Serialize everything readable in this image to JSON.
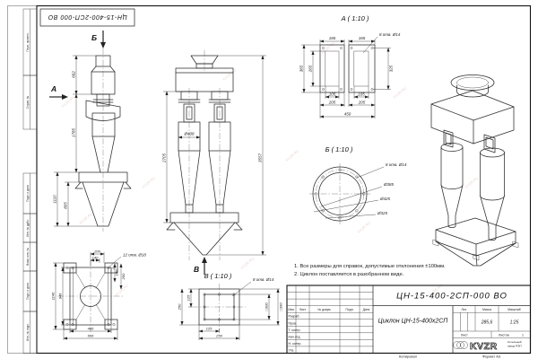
{
  "watermark": "KVZR.RU",
  "frame": {
    "stamp": "ЦН-15-400-2СП-000 ВО",
    "side_labels": [
      "Перв. примен.",
      "Справ. №",
      "Подп. и дата",
      "Инв. № дубл.",
      "Взам. инв. №",
      "Подп. и дата",
      "Инв. № подл."
    ],
    "footer_copy": "Копировал",
    "footer_format": "Формат А3"
  },
  "notes": {
    "line1": "1. Все размеры для справок, допустимые отклонения ±100мм.",
    "line2": "2. Циклон поставляется в разобранном виде."
  },
  "front": {
    "sec_a": "А",
    "sec_b": "Б",
    "d662": "662",
    "d1785": "1785",
    "d1110": "1110",
    "d805": "805"
  },
  "assembly": {
    "sec_v": "В",
    "d408": "Ø408",
    "d2705": "2705",
    "d3557": "3557"
  },
  "va": {
    "title": "А ( 1:10 )",
    "holes": "8 отв. Ø14",
    "d165a": "165",
    "d165b": "165",
    "d365": "365",
    "d265": "265",
    "d325": "325",
    "d105a": "105",
    "d105b": "105",
    "d205a": "205",
    "d205b": "205",
    "d450": "450"
  },
  "vb": {
    "title": "Б ( 1:10 )",
    "holes": "8 отв. Ø14",
    "d385": "Ø385",
    "d425": "Ø425",
    "d325": "Ø325"
  },
  "vv": {
    "title": "В ( 1:10 )",
    "holes": "8 отв. Ø14",
    "d125l": "125",
    "d250l": "250",
    "s300": "□300",
    "s360": "□360",
    "d125b": "125",
    "d250b": "250"
  },
  "plan": {
    "d200t": "200",
    "d140t": "140",
    "holes": "12 отв. Ø18",
    "d140r": "140",
    "d200r": "200",
    "d1146": "1146",
    "d946": "946",
    "d406": "406",
    "d606": "606"
  },
  "tb": {
    "doc": "ЦН-15-400-2СП-000 ВО",
    "name": "Циклон ЦН-15-400х2СП",
    "lit": "Лит.",
    "mass_l": "Масса",
    "scale_l": "Масштаб",
    "mass": "285,6",
    "scale": "1:25",
    "sheet_l": "Лист",
    "sheets_l": "Листов",
    "sheets_v": "1",
    "h_izm": "Изм.",
    "h_list": "Лист",
    "h_doc": "№ докум.",
    "h_podp": "Подп.",
    "h_data": "Дата",
    "r1": "Разраб.",
    "r2": "Пров.",
    "r3": "Т. контр.",
    "r4": "Нач.отд.",
    "r5": "Н. контр.",
    "r6": "Утв.",
    "logo": "KVZR",
    "org1": "Котельный",
    "org2": "завод РЭП"
  }
}
